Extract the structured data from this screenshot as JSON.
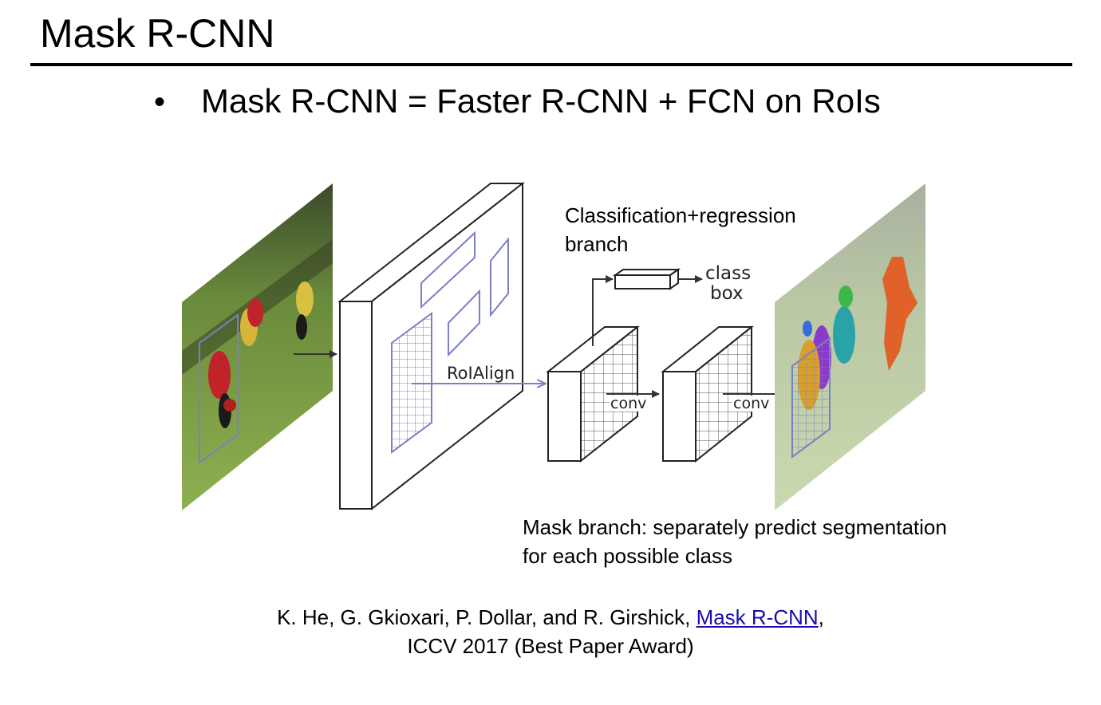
{
  "slide": {
    "title": "Mask R-CNN",
    "bullet": "Mask R-CNN = Faster R-CNN + FCN on RoIs"
  },
  "diagram": {
    "roialign_label": "RoIAlign",
    "conv_label_1": "conv",
    "conv_label_2": "conv",
    "class_label": "class",
    "box_label": "box",
    "cls_branch_line1": "Classification+regression",
    "cls_branch_line2": "branch",
    "mask_branch_line1": "Mask branch: separately predict segmentation",
    "mask_branch_line2": "for each possible class"
  },
  "citation": {
    "line1_prefix": "K. He, G. Gkioxari, P. Dollar, and R. Girshick, ",
    "link_text": "Mask R-CNN",
    "line1_suffix": ",",
    "line2": "ICCV 2017 (Best Paper Award)"
  },
  "colors": {
    "roi_purple": "#7b7fc4",
    "link_blue": "#1a0dab"
  }
}
